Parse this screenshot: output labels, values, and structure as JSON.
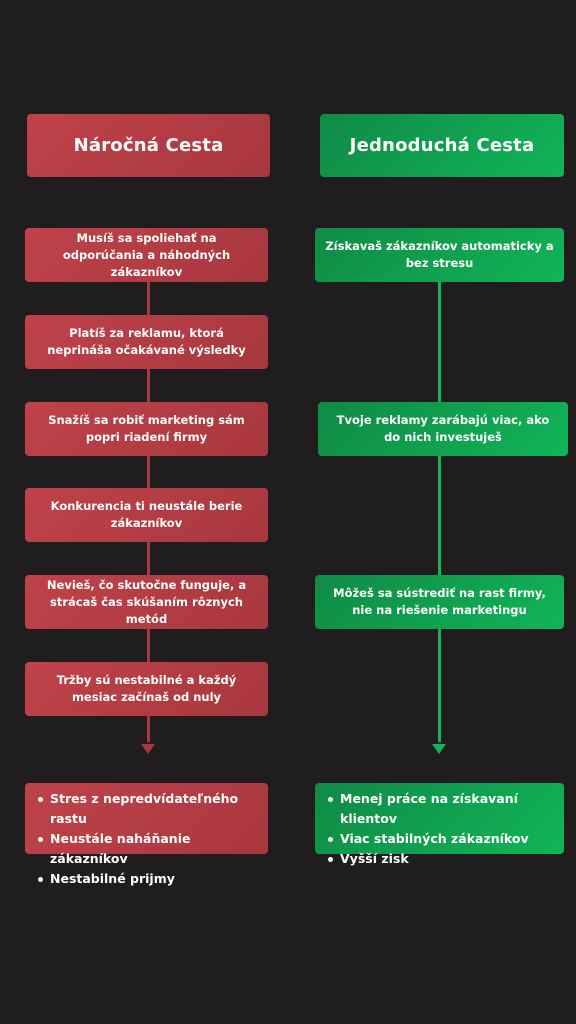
{
  "left": {
    "title": "Náročná Cesta",
    "steps": [
      "Musíš sa spoliehať na odporúčania a náhodných zákazníkov",
      "Platíš za reklamu, ktorá neprináša očakávané výsledky",
      "Snažíš sa robiť marketing sám popri riadení firmy",
      "Konkurencia ti neustále berie zákazníkov",
      "Nevieš, čo skutočne funguje, a strácaš čas skúšaním rôznych metód",
      "Tržby sú nestabilné a každý mesiac začínaš od nuly"
    ],
    "outcomes": [
      "Stres z nepredvídateľného rastu",
      "Neustále naháňanie zákazníkov",
      "Nestabilné prijmy"
    ],
    "color": "#a8373e"
  },
  "right": {
    "title": "Jednoduchá Cesta",
    "steps": [
      "Získavaš zákazníkov automaticky a bez stresu",
      "Tvoje reklamy zarábajú viac, ako do nich investuješ",
      "Môžeš sa sústrediť na rast firmy, nie na riešenie marketingu"
    ],
    "outcomes": [
      "Menej práce na získavaní klientov",
      "Viac stabilných zákazníkov",
      "Vyšší zisk"
    ],
    "color": "#11b558"
  }
}
